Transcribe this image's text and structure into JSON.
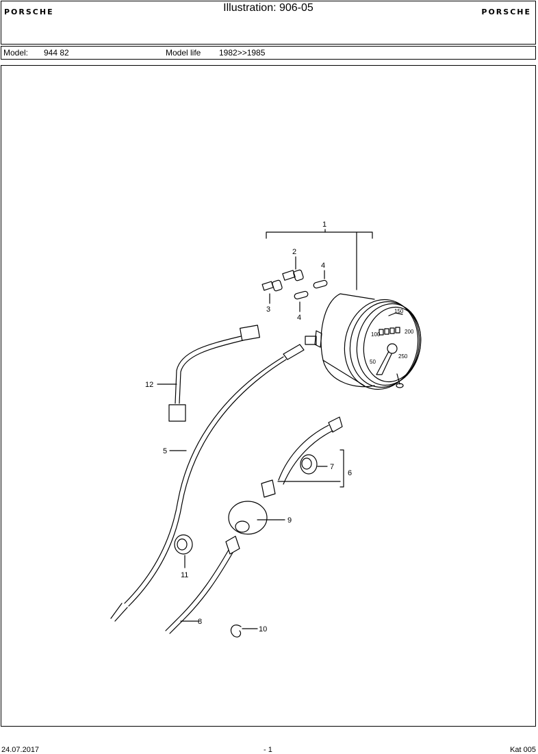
{
  "header": {
    "brand": "PORSCHE",
    "title": "Illustration: 906-05"
  },
  "model_bar": {
    "model_label": "Model:",
    "model_value": "944 82",
    "life_label": "Model life",
    "life_value": "1982>>1985"
  },
  "drawing": {
    "callouts": [
      "1",
      "2",
      "3",
      "4",
      "4",
      "5",
      "6",
      "7",
      "8",
      "9",
      "10",
      "11",
      "12"
    ],
    "gauge_numbers": [
      "100",
      "150",
      "200",
      "250",
      "50"
    ]
  },
  "footer": {
    "date": "24.07.2017",
    "page": "- 1",
    "catalog": "Kat 005"
  }
}
